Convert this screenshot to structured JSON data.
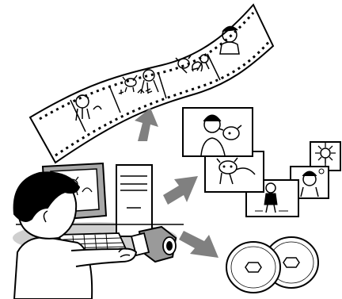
{
  "scene": {
    "palette": {
      "line": "#000000",
      "paper": "#ffffff",
      "arrow": "#808080",
      "monitor_shade": "#a8a8a8",
      "floor_shade": "#cfcfcf",
      "camcorder_shade": "#9a9a9a"
    },
    "elements": {
      "filmstrip": {
        "frames": 5,
        "icon": "film-strip-icon"
      },
      "photo_prints": {
        "count": 5,
        "icon": "photo-print-icon"
      },
      "discs": {
        "count": 2,
        "icon": "disc-icon"
      },
      "arrows": {
        "count": 3,
        "icon": "arrow-icon"
      },
      "computer": {
        "icon": "computer-icon"
      },
      "camcorder": {
        "icon": "camcorder-icon"
      },
      "user": {
        "icon": "person-icon"
      }
    }
  }
}
